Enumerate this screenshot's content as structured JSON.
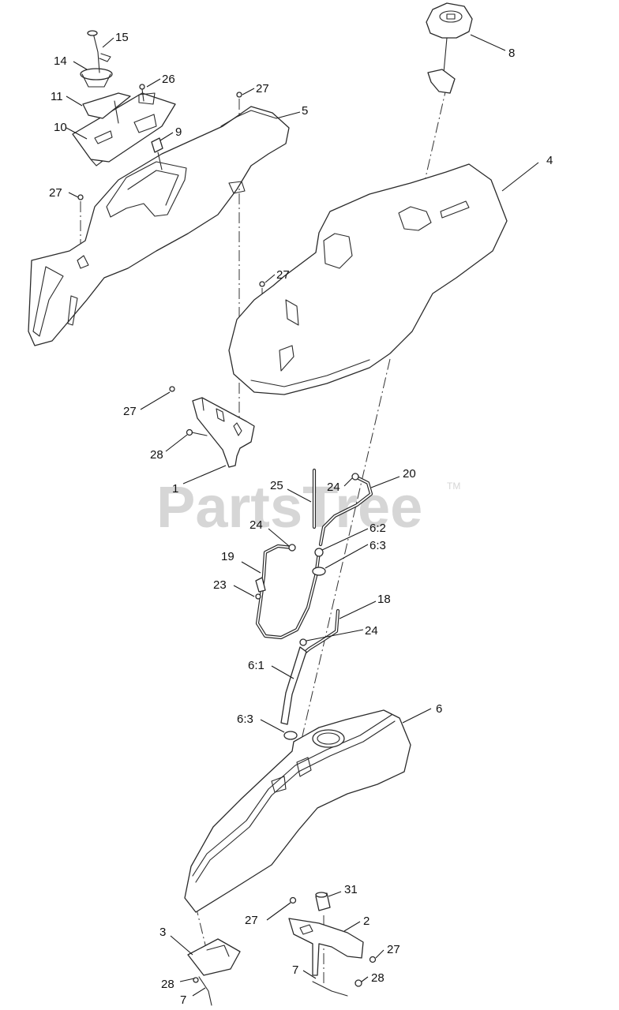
{
  "watermark": {
    "text": "PartsTree",
    "tm": "TM"
  },
  "callouts": {
    "c1": "1",
    "c2": "2",
    "c3": "3",
    "c4": "4",
    "c5": "5",
    "c6": "6",
    "c6_1": "6:1",
    "c6_2": "6:2",
    "c6_3a": "6:3",
    "c6_3b": "6:3",
    "c7a": "7",
    "c7b": "7",
    "c8": "8",
    "c9": "9",
    "c10": "10",
    "c11": "11",
    "c14": "14",
    "c15": "15",
    "c18": "18",
    "c19": "19",
    "c20": "20",
    "c23": "23",
    "c24a": "24",
    "c24b": "24",
    "c24c": "24",
    "c25": "25",
    "c26": "26",
    "c27a": "27",
    "c27b": "27",
    "c27c": "27",
    "c27d": "27",
    "c27e": "27",
    "c27f": "27",
    "c28a": "28",
    "c28b": "28",
    "c28c": "28",
    "c31": "31"
  }
}
